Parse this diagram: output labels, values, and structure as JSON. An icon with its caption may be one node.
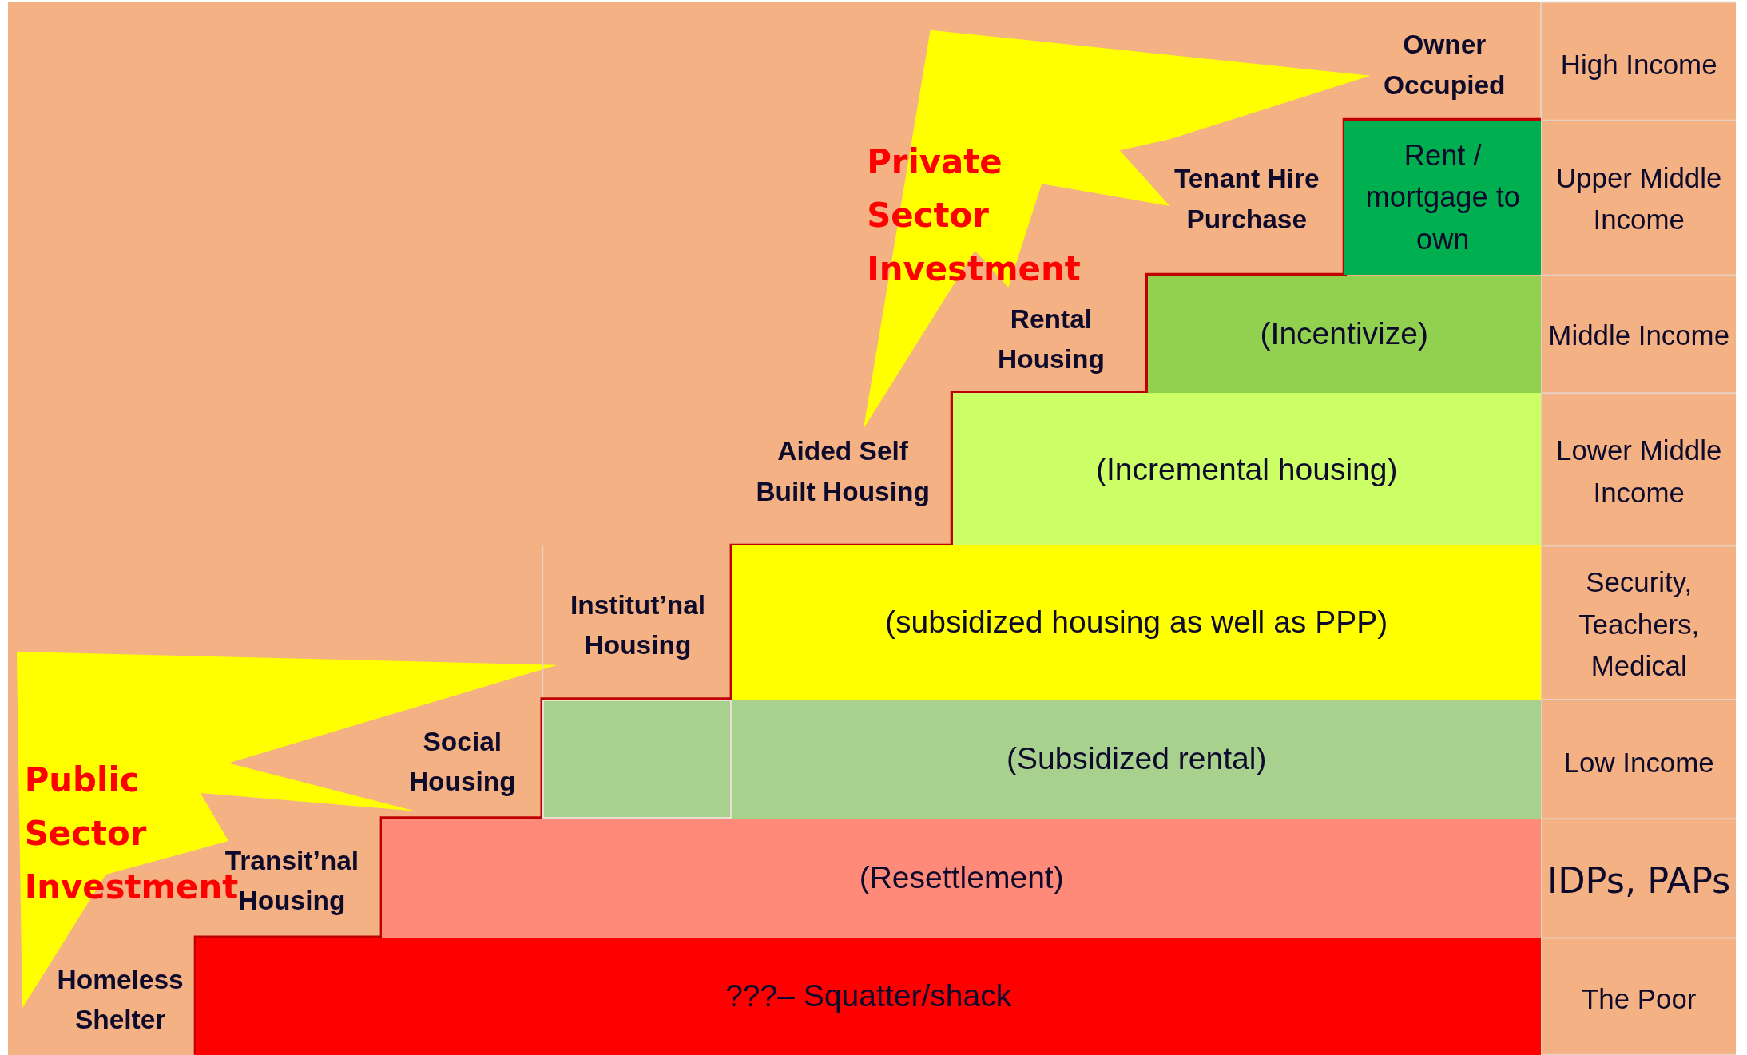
{
  "diagram": {
    "nodes": [
      {
        "text": [
          "Rent / mortgage to own"
        ]
      },
      {
        "text": [
          "(Incentivize)"
        ]
      },
      {
        "text": [
          "(Incremental housing)"
        ]
      },
      {
        "text": [
          "(subsidized housing as well as PPP)"
        ]
      },
      {
        "text": [],
        "shape": "box"
      },
      {
        "text": [
          "(Subsidized rental)"
        ]
      },
      {
        "text": [
          "(Resettlement)"
        ]
      },
      {
        "text": [
          "???– Squatter/shack"
        ]
      }
    ],
    "edges": [],
    "labels": [
      "Owner Occupied",
      "High Income",
      "Private Sector Investment",
      "Tenant Hire Purchase",
      "Upper Middle Income",
      "Rental Housing",
      "Middle Income",
      "Aided Self Built Housing",
      "Lower Middle Income",
      "Institut’nal Housing",
      "Security, Teachers, Medical",
      "Social Housing",
      "Public Sector Investment",
      "Low Income",
      "Transit’nal Housing",
      "IDPs, PAPs",
      "Homeless Shelter",
      "The Poor"
    ]
  }
}
